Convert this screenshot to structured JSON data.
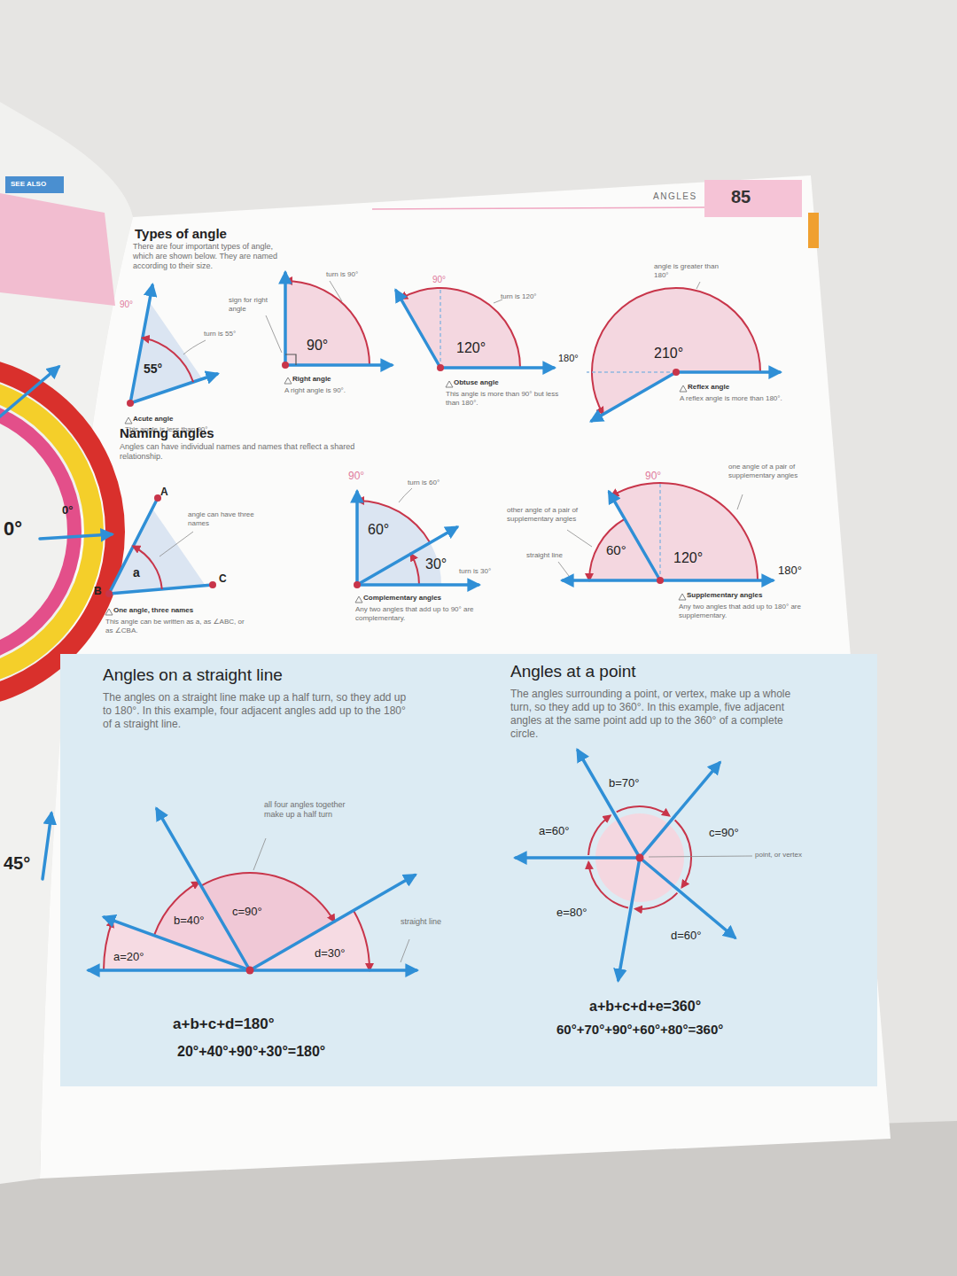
{
  "diagram": {
    "nodes": [
      {
        "text": [
          "85"
        ]
      },
      {
        "text": [
          "Angles on a straight line",
          "The angles on a straight line make up a half turn, so they add up to 180°. In this example, four adjacent angles add up to the 180° of a straight line."
        ]
      },
      {
        "text": [
          "Angles at a point",
          "The angles surrounding a point, or vertex, make up a whole turn, so they add up to 360°. In this example, five adjacent angles at the same point add up to the 360° of a complete circle."
        ]
      }
    ],
    "labels": [
      "ANGLES",
      "Types of angle",
      "There are four important types of angle, which are shown below. They are named according to their size.",
      "90°",
      "55°",
      "turn is 55°",
      "Acute angle",
      "This angle is less than 90°.",
      "turn is 90°",
      "sign for right angle",
      "90°",
      "Right angle",
      "A right angle is 90°.",
      "90°",
      "turn is 120°",
      "120°",
      "Obtuse angle",
      "This angle is more than 90° but less than 180°.",
      "angle is greater than 180°",
      "180°",
      "210°",
      "Reflex angle",
      "A reflex angle is more than 180°.",
      "Naming angles",
      "Angles can have individual names and names that reflect a shared relationship.",
      "A",
      "B",
      "C",
      "a",
      "angle can have three names",
      "One angle, three names",
      "This angle can be written as a, as ∠ABC, or as ∠CBA.",
      "90°",
      "turn is 60°",
      "60°",
      "30°",
      "turn is 30°",
      "Complementary angles",
      "Any two angles that add up to 90° are complementary.",
      "90°",
      "other angle of a pair of supplementary angles",
      "straight line",
      "60°",
      "120°",
      "180°",
      "one angle of a pair of supplementary angles",
      "Supplementary angles",
      "Any two angles that add up to 180° are supplementary.",
      "all four angles together make up a half turn",
      "a=20°",
      "b=40°",
      "c=90°",
      "d=30°",
      "straight line",
      "a+b+c+d=180°",
      "20°+40°+90°+30°=180°",
      "b=70°",
      "a=60°",
      "c=90°",
      "point, or vertex",
      "e=80°",
      "d=60°",
      "a+b+c+d+e=360°",
      "60°+70°+90°+60°+80°=360°",
      "SEE ALSO",
      "0°",
      "45°",
      "0°"
    ]
  }
}
